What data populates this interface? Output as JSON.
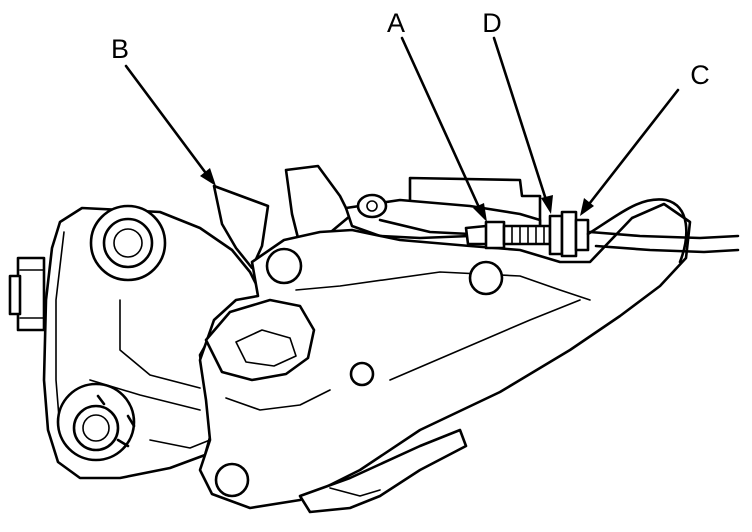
{
  "callouts": {
    "a": "A",
    "b": "B",
    "c": "C",
    "d": "D"
  },
  "colors": {
    "line": "#000000",
    "background": "#ffffff"
  }
}
